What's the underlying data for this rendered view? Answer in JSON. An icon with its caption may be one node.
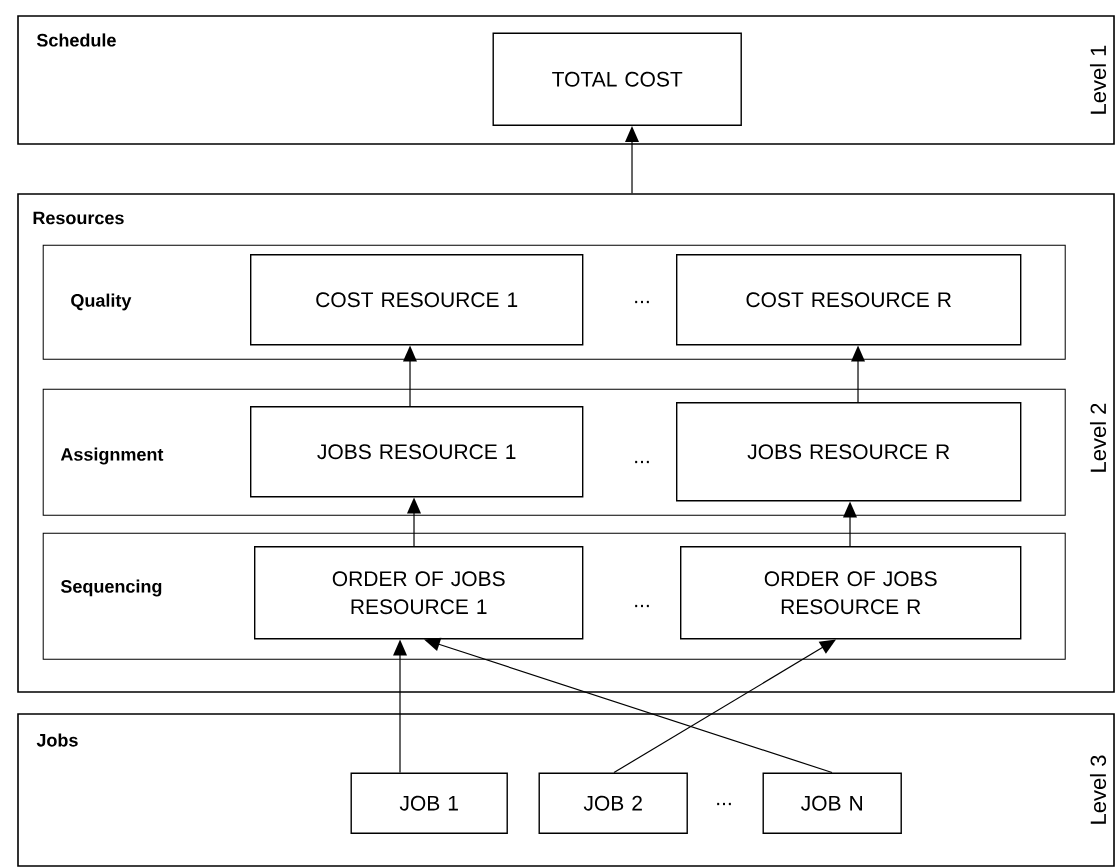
{
  "diagram": {
    "nodes": [
      {
        "text": [
          "Schedule",
          "Level 1"
        ]
      },
      {
        "text": [
          "TOTAL COST"
        ],
        "in": 0
      },
      {
        "text": [
          "Resources",
          "Level 2"
        ]
      },
      {
        "text": [
          "Quality"
        ],
        "in": 2
      },
      {
        "text": [
          "COST RESOURCE 1"
        ],
        "in": 3
      },
      {
        "text": [
          "COST RESOURCE R"
        ],
        "in": 3
      },
      {
        "text": [
          "Assignment"
        ],
        "in": 2
      },
      {
        "text": [
          "JOBS RESOURCE 1"
        ],
        "in": 6
      },
      {
        "text": [
          "JOBS RESOURCE R"
        ],
        "in": 6
      },
      {
        "text": [
          "Sequencing"
        ],
        "in": 2
      },
      {
        "text": [
          "ORDER OF JOBS RESOURCE 1"
        ],
        "in": 9
      },
      {
        "text": [
          "ORDER OF JOBS RESOURCE R"
        ],
        "in": 9
      },
      {
        "text": [
          "Jobs",
          "Level 3"
        ]
      },
      {
        "text": [
          "JOB 1"
        ],
        "in": 12
      },
      {
        "text": [
          "JOB 2"
        ],
        "in": 12
      },
      {
        "text": [
          "JOB N"
        ],
        "in": 12
      }
    ],
    "edges": [
      {
        "from": 2,
        "to": 1,
        "arrow": "to"
      },
      {
        "from": 7,
        "to": 4,
        "arrow": "to"
      },
      {
        "from": 8,
        "to": 5,
        "arrow": "to"
      },
      {
        "from": 10,
        "to": 7,
        "arrow": "to"
      },
      {
        "from": 11,
        "to": 8,
        "arrow": "to"
      },
      {
        "from": 13,
        "to": 10,
        "arrow": "to"
      },
      {
        "from": 15,
        "to": 10,
        "arrow": "to"
      },
      {
        "from": 14,
        "to": 11,
        "arrow": "to"
      }
    ],
    "labels": [
      "...",
      "...",
      "...",
      "..."
    ]
  }
}
